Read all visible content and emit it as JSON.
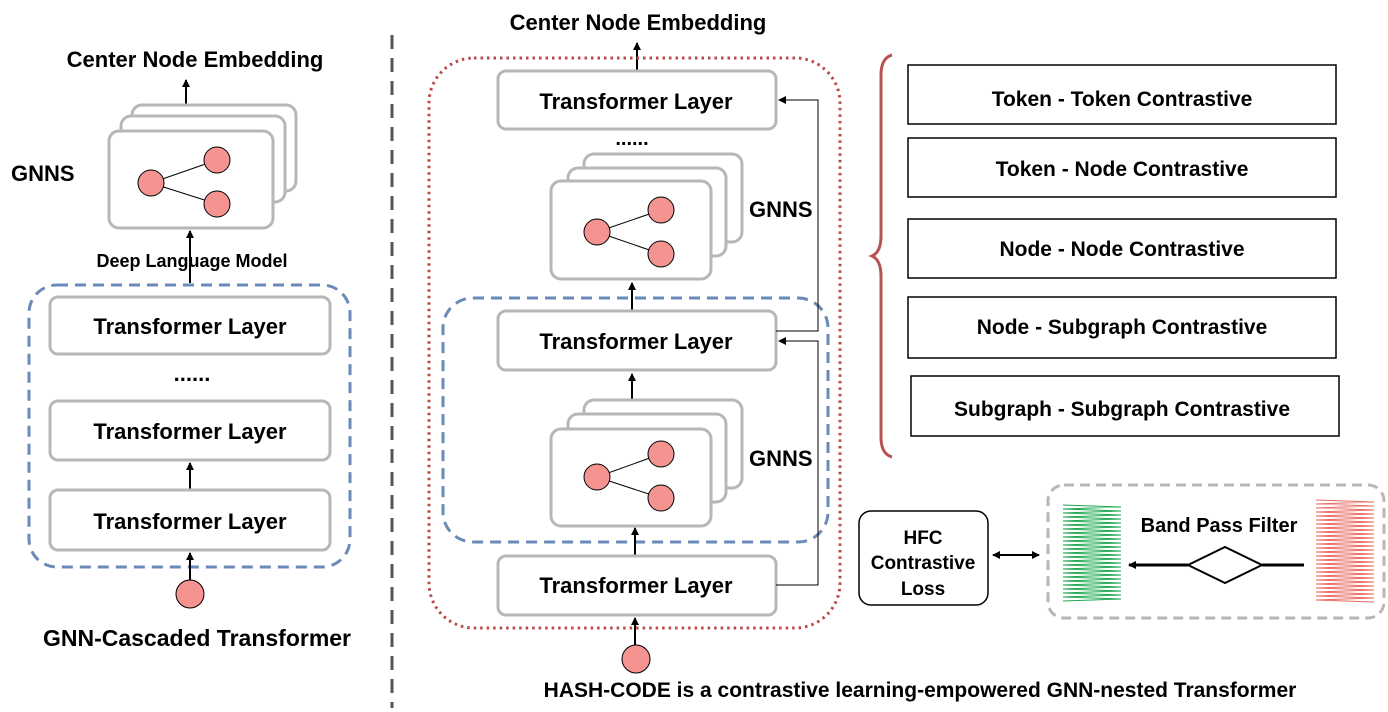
{
  "left": {
    "output_label": "Center Node Embedding",
    "gnns_label": "GNNS",
    "deep_language_model_label": "Deep Language Model",
    "transformer_layers": [
      "Transformer Layer",
      "Transformer Layer",
      "Transformer Layer"
    ],
    "ellipsis": "......",
    "caption": "GNN-Cascaded Transformer"
  },
  "right": {
    "output_label": "Center Node Embedding",
    "top_layer": "Transformer Layer",
    "ellipsis": "......",
    "gnns_upper_label": "GNNS",
    "middle_layer": "Transformer Layer",
    "gnns_lower_label": "GNNS",
    "bottom_layer": "Transformer Layer",
    "caption": "HASH-CODE is a contrastive learning-empowered GNN-nested Transformer"
  },
  "objectives": [
    "Token - Token Contrastive",
    "Token - Node Contrastive",
    "Node - Node Contrastive",
    "Node - Subgraph Contrastive",
    "Subgraph - Subgraph Contrastive"
  ],
  "hfc": {
    "loss_label_lines": [
      "HFC",
      "Contrastive",
      "Loss"
    ],
    "filter_label": "Band Pass Filter"
  },
  "colors": {
    "node_fill": "#f4938f",
    "gray_border": "#b7b7b7",
    "blue_dash": "#6a8ab8",
    "red_dot": "#b84a4a",
    "brace": "#b85450",
    "green_wave": "#1aa84f",
    "red_wave": "#e86a60",
    "divider": "#555555"
  }
}
